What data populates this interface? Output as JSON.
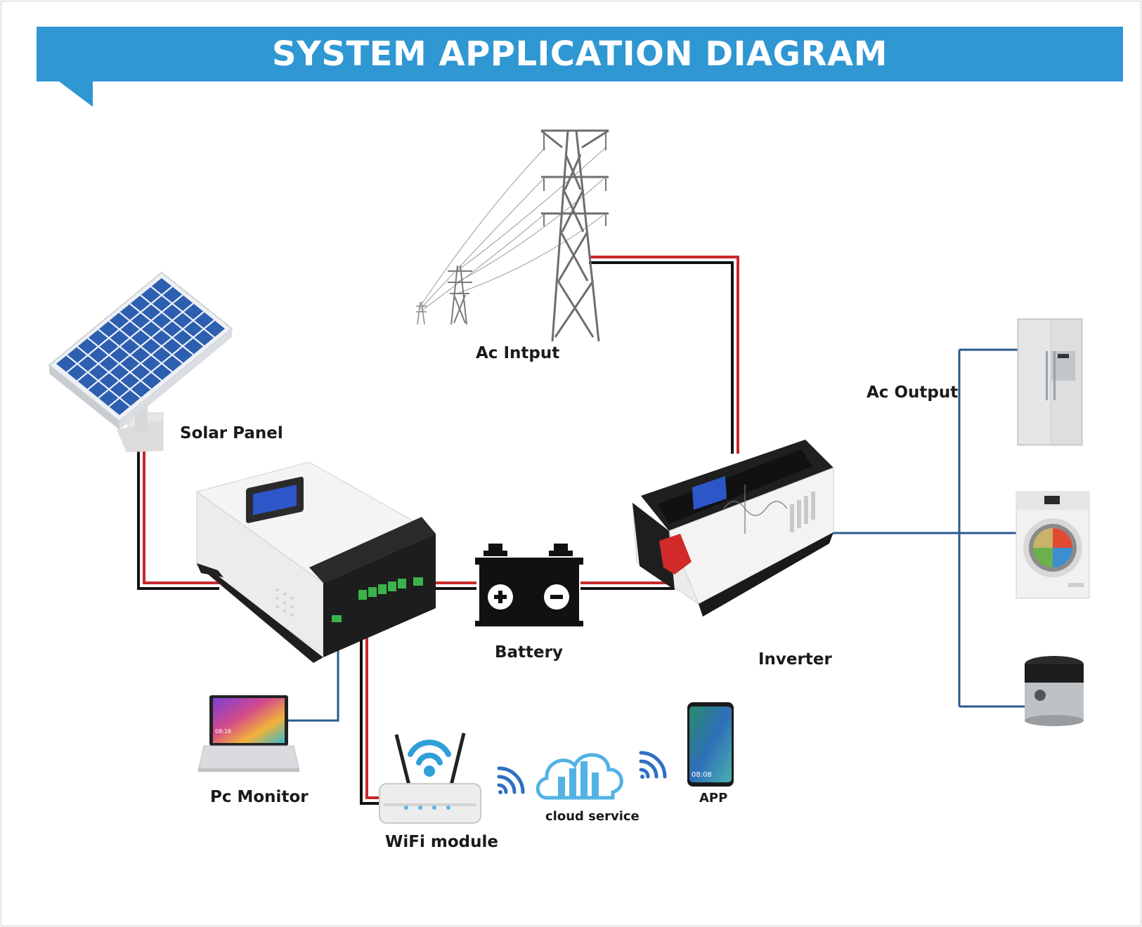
{
  "title": "SYSTEM APPLICATION DIAGRAM",
  "labels": {
    "ac_input": "Ac Intput",
    "solar_panel": "Solar Panel",
    "ac_output": "Ac Output",
    "battery": "Battery",
    "inverter": "Inverter",
    "pc_monitor": "Pc Monitor",
    "wifi_module": "WiFi module",
    "cloud_service": "cloud service",
    "app": "APP"
  },
  "screen_texts": {
    "laptop_time": "08:16",
    "phone_time": "08:08"
  },
  "colors": {
    "banner": "#2f97d2",
    "wire_red": "#c8282a",
    "wire_black": "#111111",
    "wire_blue": "#2a5a8c",
    "panel_cell": "#2d5fb0",
    "icon_blue": "#2f9fd8",
    "text": "#1a1a1a"
  },
  "icons": [
    "power-tower-icon",
    "solar-panel-icon",
    "charge-controller-icon",
    "battery-icon",
    "inverter-icon",
    "refrigerator-icon",
    "washing-machine-icon",
    "rice-cooker-icon",
    "laptop-icon",
    "wifi-router-icon",
    "wifi-signal-icon",
    "cloud-icon",
    "smartphone-icon"
  ]
}
